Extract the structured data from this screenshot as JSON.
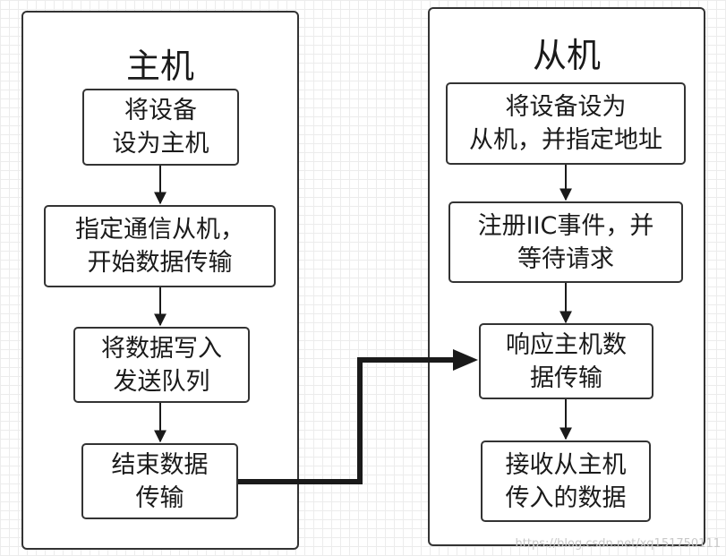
{
  "master": {
    "title": "主机",
    "steps": [
      {
        "line1": "将设备",
        "line2": "设为主机"
      },
      {
        "line1": "指定通信从机，",
        "line2": "开始数据传输"
      },
      {
        "line1": "将数据写入",
        "line2": "发送队列"
      },
      {
        "line1": "结束数据",
        "line2": "传输"
      }
    ]
  },
  "slave": {
    "title": "从机",
    "steps": [
      {
        "line1": "将设备设为",
        "line2": "从机，并指定地址"
      },
      {
        "line1": "注册IIC事件，并",
        "line2": "等待请求"
      },
      {
        "line1": "响应主机数",
        "line2": "据传输"
      },
      {
        "line1": "接收从主机",
        "line2": "传入的数据"
      }
    ]
  },
  "watermark": "https://blog.csdn.net/xq151750111",
  "colors": {
    "stroke": "#333333",
    "text": "#1a1a1a",
    "grid": "#ececec",
    "watermark": "#c9c9c9"
  }
}
